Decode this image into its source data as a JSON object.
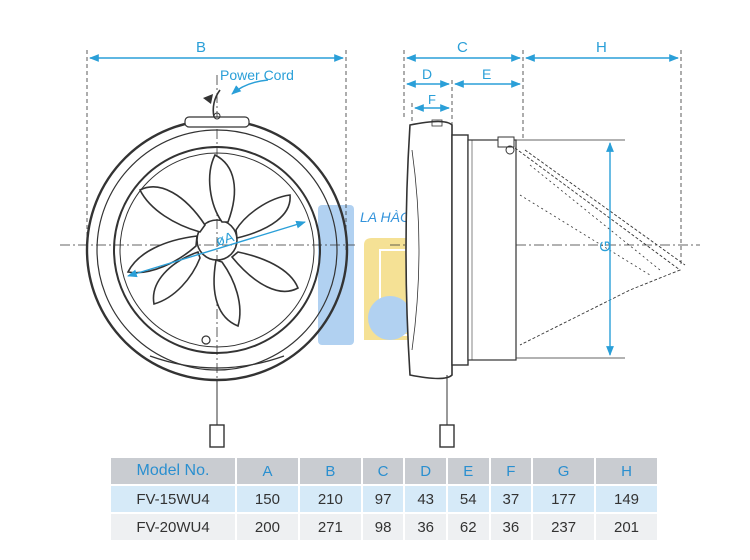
{
  "labels": {
    "B": "B",
    "C": "C",
    "D": "D",
    "E": "E",
    "F": "F",
    "G": "G",
    "H": "H",
    "A": "øA",
    "power_cord": "Power Cord"
  },
  "watermark": {
    "text": "LA HÀO",
    "colors": {
      "blue": "#a9cdf0",
      "yellow": "#f4de8a"
    }
  },
  "colors": {
    "dimension": "#2a9fd8",
    "line": "#333333"
  },
  "table": {
    "headers": [
      "Model No.",
      "A",
      "B",
      "C",
      "D",
      "E",
      "F",
      "G",
      "H"
    ],
    "rows": [
      [
        "FV-15WU4",
        "150",
        "210",
        "97",
        "43",
        "54",
        "37",
        "177",
        "149"
      ],
      [
        "FV-20WU4",
        "200",
        "271",
        "98",
        "36",
        "62",
        "36",
        "237",
        "201"
      ]
    ]
  }
}
